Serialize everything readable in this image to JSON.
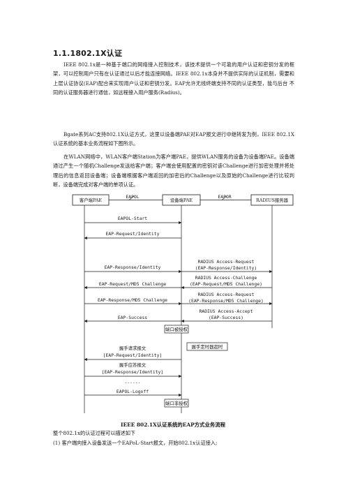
{
  "heading": "1.1.1802.1X认证",
  "paragraphs": [
    "IEEE 802.1x是一种基于端口的网络接入控制技术，该技术提供一个可靠的用户认证和密钥分发的框架，可以控制用户只有在认证通过以后才能连接网络。IEEE 802.1x本身并不提供实际的认证机制，需要和上层认证协议(EAP)配合来实现用户认证和密钥分发。EAP允许无线终端支持不同的认证类型，能与后台 不同的认证服务器进行通信，如远程接入用户服务(Radius)。",
    "Bgate系列AC支持802.1X认证方式，这里以设备端PAE对EAP报文进行中继转发为例，IEEE 802.1X认证系统的基本业务流程如下图所示。",
    "在WLAN网络中，WLAN客户端Station为客户端PAE，提供WLAN服务的设备为设备端PAE。设备端通过产生一个随机Challenge发送给客户端；客户端会使用配置的密钥对该Challenge进行加密处理并将处理后的信息返回设备端；设备端根据客户端返回的加密后的Challenge以及原始的Challenge进行比较判断，设备端完成对客户端的单项认证。"
  ],
  "diagram": {
    "entities": {
      "client": "客户端PAE",
      "device": "设备端PAE",
      "radius": "RADIUS服务器"
    },
    "protocols": {
      "left": "EAPOL",
      "right": "EAPOR"
    },
    "messages": {
      "m1": "EAPOL-Start",
      "m2": "EAP-Request/Identity",
      "m3": "EAP-Response/Identity",
      "m4a": "RADIUS Access-Request",
      "m4b": "(EAP-Response/Identity)",
      "m5a": "RADIUS Access-Challenge",
      "m5b": "(EAP-Request/MD5 Challenge)",
      "m6": "EAP-Request/MD5 Challenge",
      "m7": "EAP-Response/MD5 Challenge",
      "m8a": "RADIUS Access-Request",
      "m8b": "(EAP-Response/MD5 Challenge)",
      "m9a": "RADIUS Access-Accept",
      "m9b": "(EAP-Success)",
      "m10": "EAP-Success",
      "m11": "端口被授权",
      "m12a": "握手请求报文",
      "m12b": "[EAP-Request/Identity]",
      "m13": "握手定时器超时",
      "m14a": "握手应答报文",
      "m14b": "[EAP-Response/Identity]",
      "m15": "......",
      "m16": "EAPOL-Logoff",
      "m17": "端口非授权"
    }
  },
  "caption": "IEEE 802.1X认证系统的EAP方式业务流程",
  "tail": [
    "整个802.1x的认证过程可以描述如下",
    "(1) 客户端向接入设备发送一个EAPoL-Start报文，开始802.1x认证接入;"
  ]
}
